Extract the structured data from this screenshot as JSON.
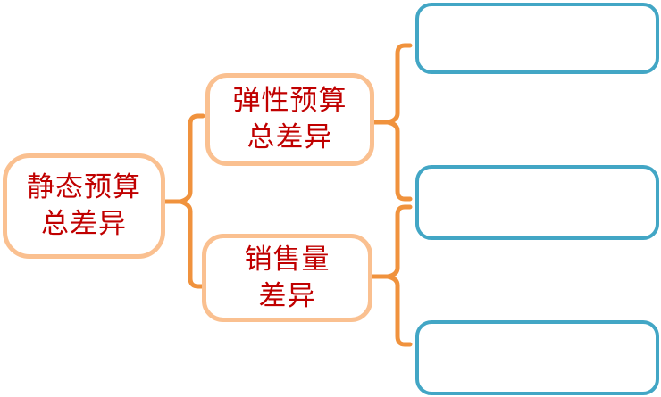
{
  "colors": {
    "background": "#ffffff",
    "connector": "#F0923D",
    "warm_box_border": "#FAC090",
    "blue_box_border": "#42A6C5",
    "text": "#C00000"
  },
  "diagram": {
    "root_box": {
      "lines": [
        "静态预算",
        "总差异"
      ]
    },
    "branch_boxes": [
      {
        "lines": [
          "弹性预算",
          "总差异"
        ]
      },
      {
        "lines": [
          "销售量",
          "差异"
        ]
      }
    ],
    "leaf_boxes": [
      {
        "label": ""
      },
      {
        "label": ""
      },
      {
        "label": ""
      }
    ]
  }
}
